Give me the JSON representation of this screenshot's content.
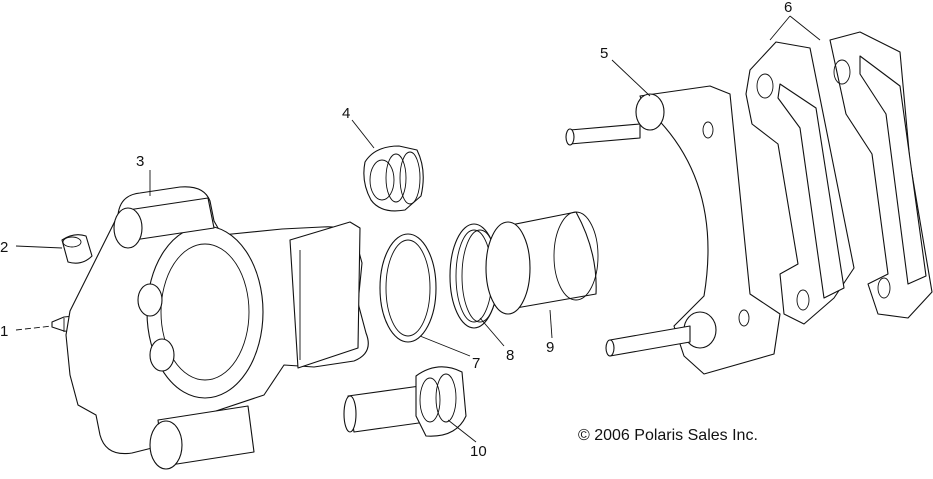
{
  "diagram": {
    "callouts": [
      {
        "id": "1",
        "text": "1"
      },
      {
        "id": "2",
        "text": "2"
      },
      {
        "id": "3",
        "text": "3"
      },
      {
        "id": "4",
        "text": "4"
      },
      {
        "id": "5",
        "text": "5"
      },
      {
        "id": "6",
        "text": "6"
      },
      {
        "id": "7",
        "text": "7"
      },
      {
        "id": "8",
        "text": "8"
      },
      {
        "id": "9",
        "text": "9"
      },
      {
        "id": "10",
        "text": "10"
      }
    ],
    "copyright": "© 2006 Polaris Sales Inc."
  }
}
